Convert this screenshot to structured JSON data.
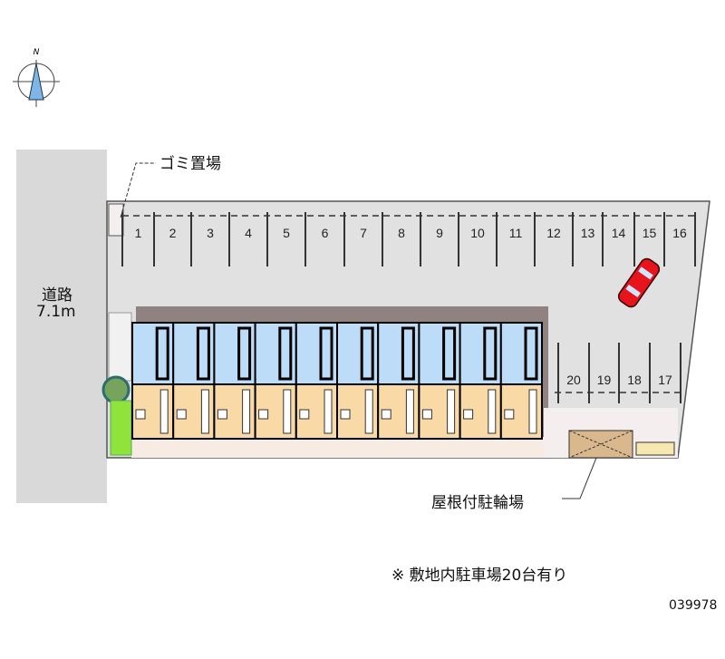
{
  "compass": {
    "north_label": "N"
  },
  "road": {
    "name": "道路",
    "width": "7.1m"
  },
  "labels": {
    "garbage": "ゴミ置場",
    "bicycle_parking": "屋根付駐輪場",
    "note": "※ 敷地内駐車場20台有り",
    "property_id": "039978"
  },
  "parking": {
    "top_row": [
      "1",
      "2",
      "3",
      "4",
      "5",
      "6",
      "7",
      "8",
      "9",
      "10",
      "11",
      "12",
      "13",
      "14",
      "15",
      "16"
    ],
    "bottom_row": [
      "20",
      "19",
      "18",
      "17"
    ]
  },
  "building": {
    "units": 10
  },
  "colors": {
    "road": "#d9d9d9",
    "lot": "#e1e1e1",
    "room_blue": "#bcdcf8",
    "room_orange": "#f9d9a6",
    "car": "#e8141c",
    "green": "#8fe33a"
  }
}
